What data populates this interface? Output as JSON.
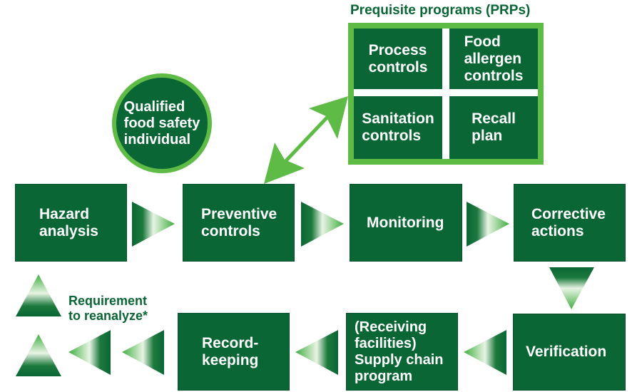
{
  "colors": {
    "dark_green": "#0a6634",
    "light_green": "#5dbb46",
    "mid_green": "#3fae3f"
  },
  "prp": {
    "title": "Prequisite programs (PRPs)",
    "cells": [
      {
        "label": "Process\ncontrols"
      },
      {
        "label": "Food\nallergen\ncontrols"
      },
      {
        "label": "Sanitation\ncontrols"
      },
      {
        "label": "Recall\nplan"
      }
    ]
  },
  "qualified_individual": {
    "label": "Qualified\nfood safety\nindividual"
  },
  "steps": {
    "hazard_analysis": "Hazard\nanalysis",
    "preventive_controls": "Preventive\ncontrols",
    "monitoring": "Monitoring",
    "corrective_actions": "Corrective\nactions",
    "verification": "Verification",
    "supply_chain": "(Receiving\nfacilities)\nSupply chain\nprogram",
    "record_keeping": "Record-\nkeeping"
  },
  "reanalyze": {
    "label": "Requirement\nto reanalyze*"
  }
}
